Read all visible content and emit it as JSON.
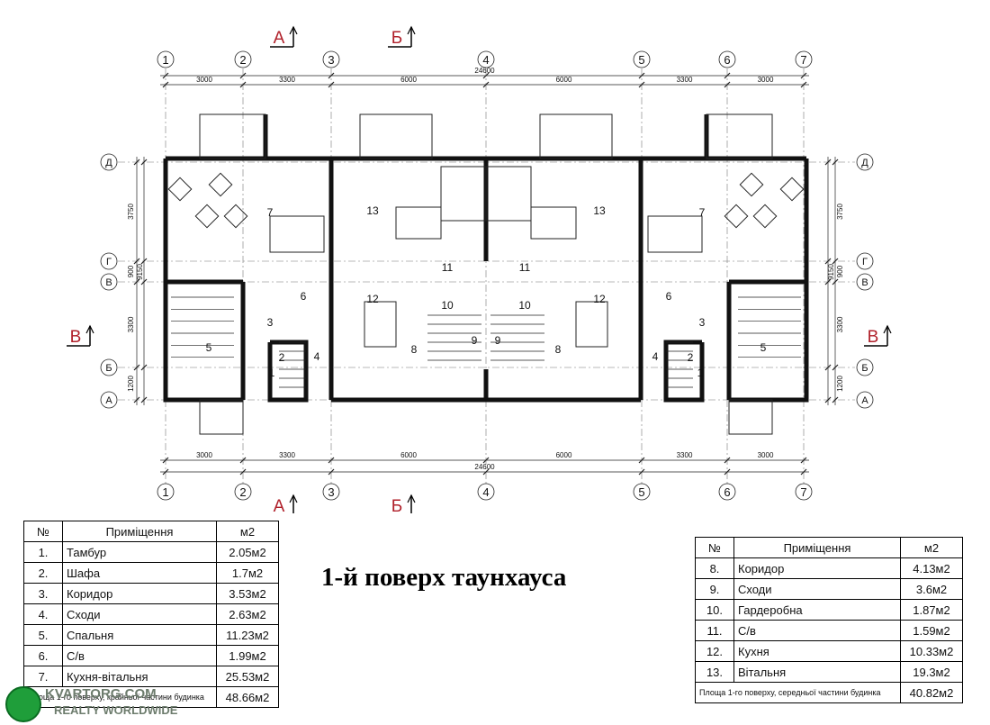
{
  "plan": {
    "grid_columns": [
      "1",
      "2",
      "3",
      "4",
      "5",
      "6",
      "7"
    ],
    "grid_rows": [
      "Д",
      "Г",
      "В",
      "Б",
      "А"
    ],
    "dims_top": [
      "3000",
      "3300",
      "6000",
      "6000",
      "3300",
      "3000"
    ],
    "dims_bottom": [
      "3000",
      "3300",
      "6000",
      "6000",
      "3300",
      "3000"
    ],
    "total_width": "24600",
    "row_dims": [
      "3750",
      "900",
      "3300",
      "1200"
    ],
    "total_depth": "9150",
    "section_a": "А",
    "section_b": "Б",
    "section_v": "В",
    "room_numbers_left": [
      "1",
      "2",
      "3",
      "4",
      "5",
      "6",
      "7",
      "8",
      "9",
      "10",
      "11",
      "12",
      "13"
    ],
    "room_numbers_right": [
      "1",
      "2",
      "3",
      "4",
      "5",
      "6",
      "7",
      "8",
      "9",
      "10",
      "11",
      "12",
      "13"
    ]
  },
  "title": "1-й поверх таунхауса",
  "table_left": {
    "headers": [
      "№",
      "Приміщення",
      "м2"
    ],
    "rows": [
      [
        "1.",
        "Тамбур",
        "2.05м2"
      ],
      [
        "2.",
        "Шафа",
        "1.7м2"
      ],
      [
        "3.",
        "Коридор",
        "3.53м2"
      ],
      [
        "4.",
        "Сходи",
        "2.63м2"
      ],
      [
        "5.",
        "Спальня",
        "11.23м2"
      ],
      [
        "6.",
        "С/в",
        "1.99м2"
      ],
      [
        "7.",
        "Кухня-вітальня",
        "25.53м2"
      ]
    ],
    "total_label": "Площа 1-го поверху, крайньої частини будинка",
    "total_value": "48.66м2"
  },
  "table_right": {
    "headers": [
      "№",
      "Приміщення",
      "м2"
    ],
    "rows": [
      [
        "8.",
        "Коридор",
        "4.13м2"
      ],
      [
        "9.",
        "Сходи",
        "3.6м2"
      ],
      [
        "10.",
        "Гардеробна",
        "1.87м2"
      ],
      [
        "11.",
        "С/в",
        "1.59м2"
      ],
      [
        "12.",
        "Кухня",
        "10.33м2"
      ],
      [
        "13.",
        "Вітальня",
        "19.3м2"
      ]
    ],
    "total_label": "Площа 1-го поверху, середньої частини будинка",
    "total_value": "40.82м2"
  },
  "watermark": {
    "line1": "KVARTORG.COM",
    "line2": "REALTY WORLDWIDE"
  }
}
